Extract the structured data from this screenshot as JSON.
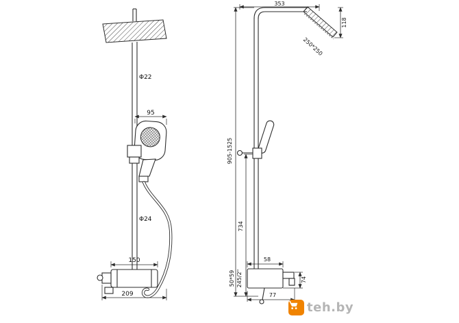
{
  "drawing": {
    "front": {
      "pipe_diameter_top": "Φ22",
      "hand_shower_width": "95",
      "pipe_diameter_bottom": "Φ24",
      "mixer_width": "150",
      "mixer_overall_width": "209"
    },
    "side": {
      "arm_reach": "353",
      "head_edge": "118",
      "head_size": "250*250",
      "overall_height": "905-1525",
      "lower_height": "734",
      "mixer_top_depth": "58",
      "mixer_section": "50*59",
      "connection": "245/2\"",
      "spout_height": "74",
      "base_depth": "77"
    }
  },
  "watermark": {
    "site": "teh.by",
    "icon": "cart-icon",
    "accent_color": "#f08300",
    "text_color": "#b5b5b5"
  }
}
